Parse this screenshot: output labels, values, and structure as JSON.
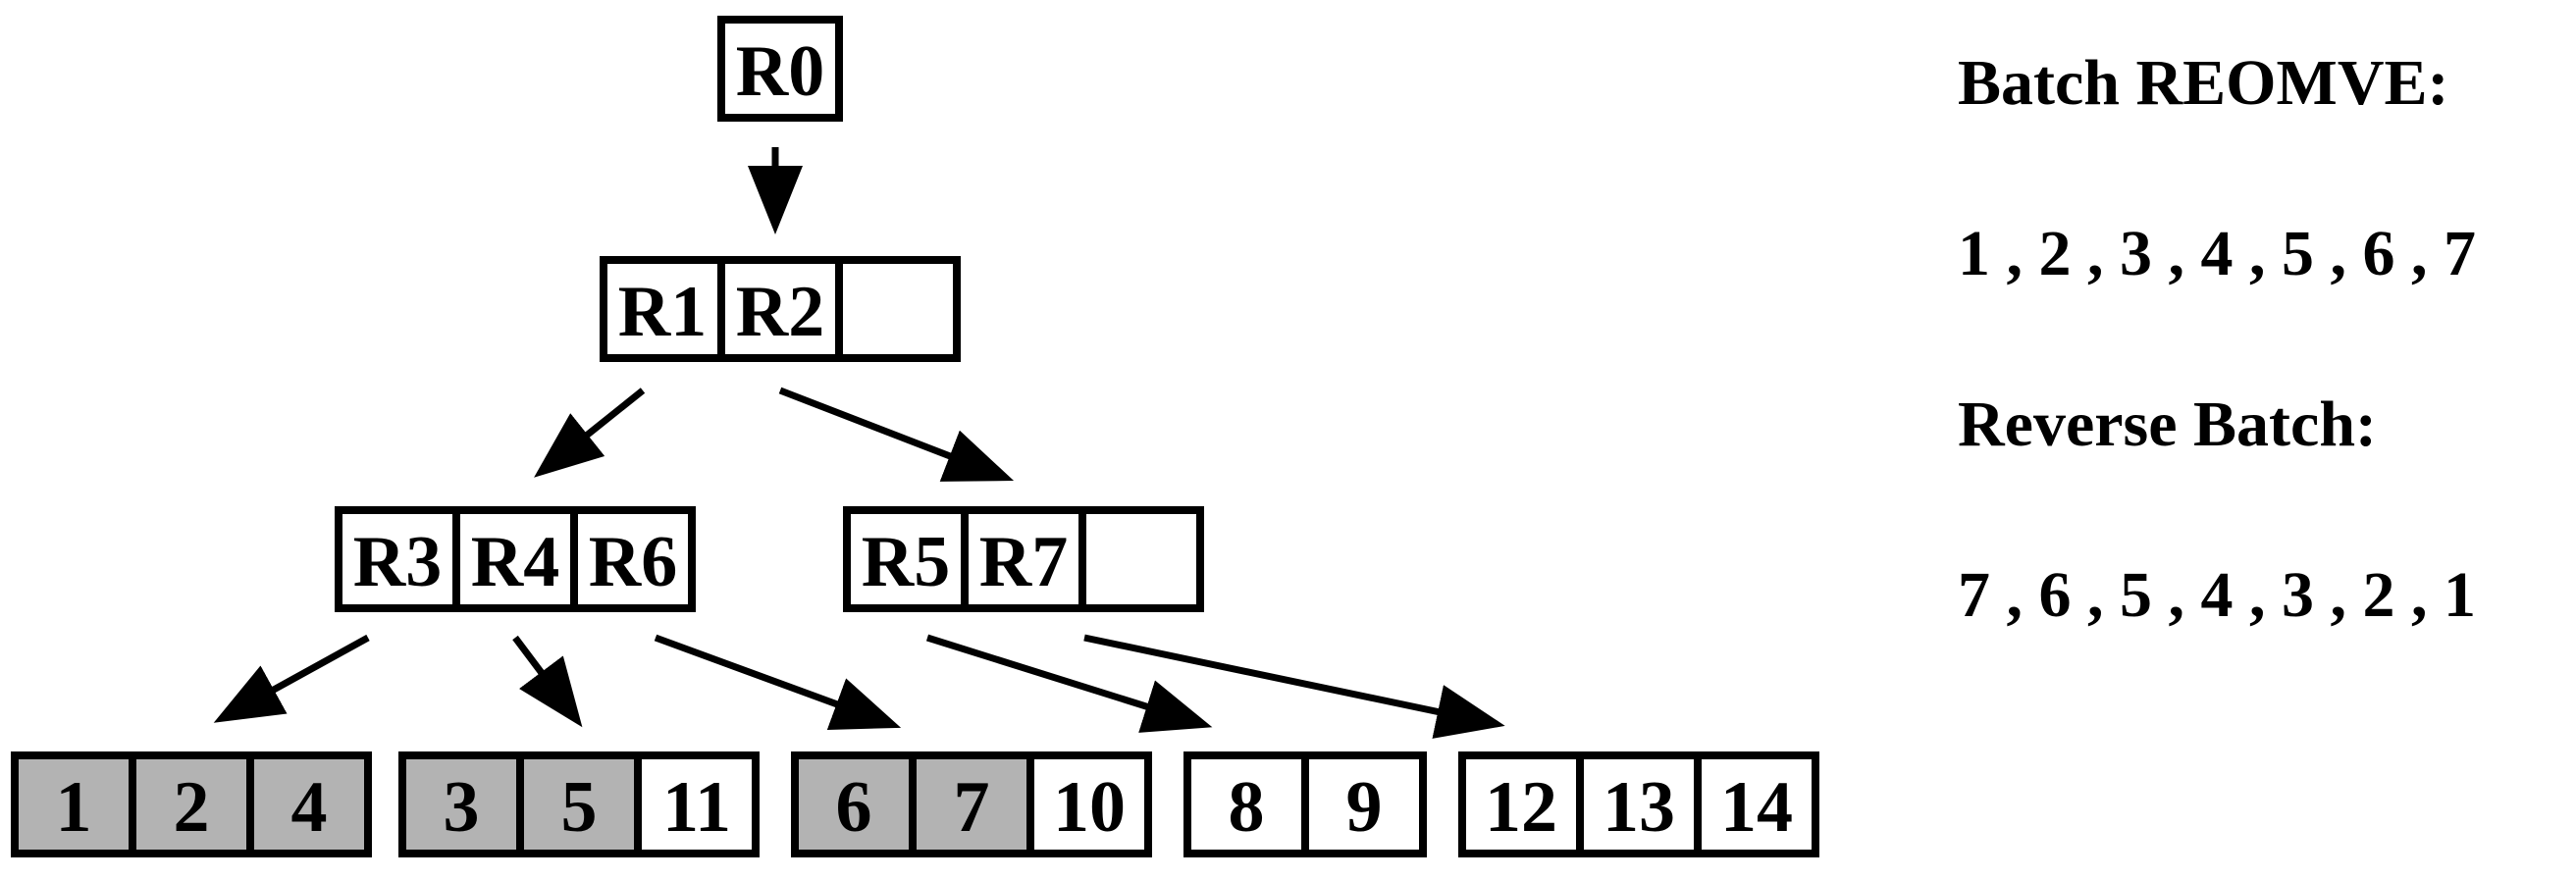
{
  "tree": {
    "root": {
      "cells": [
        {
          "label": "R0",
          "shaded": false
        }
      ]
    },
    "level1": {
      "cells": [
        {
          "label": "R1",
          "shaded": false
        },
        {
          "label": "R2",
          "shaded": false
        },
        {
          "label": "",
          "shaded": false
        }
      ]
    },
    "level2_left": {
      "cells": [
        {
          "label": "R3",
          "shaded": false
        },
        {
          "label": "R4",
          "shaded": false
        },
        {
          "label": "R6",
          "shaded": false
        }
      ]
    },
    "level2_right": {
      "cells": [
        {
          "label": "R5",
          "shaded": false
        },
        {
          "label": "R7",
          "shaded": false
        },
        {
          "label": "",
          "shaded": false
        }
      ]
    },
    "leaf1": {
      "cells": [
        {
          "label": "1",
          "shaded": true
        },
        {
          "label": "2",
          "shaded": true
        },
        {
          "label": "4",
          "shaded": true
        }
      ]
    },
    "leaf2": {
      "cells": [
        {
          "label": "3",
          "shaded": true
        },
        {
          "label": "5",
          "shaded": true
        },
        {
          "label": "11",
          "shaded": false
        }
      ]
    },
    "leaf3": {
      "cells": [
        {
          "label": "6",
          "shaded": true
        },
        {
          "label": "7",
          "shaded": true
        },
        {
          "label": "10",
          "shaded": false
        }
      ]
    },
    "leaf4": {
      "cells": [
        {
          "label": "8",
          "shaded": false
        },
        {
          "label": "9",
          "shaded": false
        }
      ]
    },
    "leaf5": {
      "cells": [
        {
          "label": "12",
          "shaded": false
        },
        {
          "label": "13",
          "shaded": false
        },
        {
          "label": "14",
          "shaded": false
        }
      ]
    }
  },
  "colors": {
    "shaded_fill": "#b3b3b3",
    "empty_fill": "#ffffff",
    "stroke": "#000000"
  },
  "panel": {
    "batch_heading": "Batch REOMVE:",
    "batch_sequence": "1 , 2 , 3 , 4 , 5 , 6 , 7",
    "reverse_heading": "Reverse Batch:",
    "reverse_sequence": "7 , 6 , 5 , 4 , 3 , 2 , 1"
  }
}
